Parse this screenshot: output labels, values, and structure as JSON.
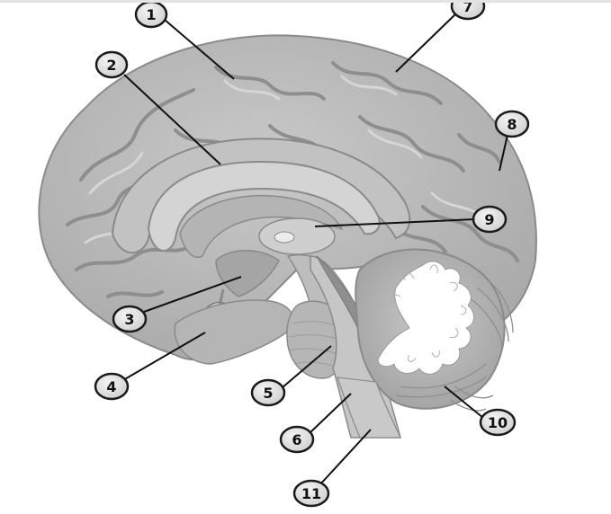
{
  "diagram": {
    "subject": "brain-midsagittal-section",
    "labels": [
      "1",
      "2",
      "3",
      "4",
      "5",
      "6",
      "7",
      "8",
      "9",
      "10",
      "11"
    ]
  },
  "colors": {
    "cortex": "#b9b9b9",
    "gyrus_highlight": "#d2d2d2",
    "sulcus": "#8e8e8e",
    "corpus_callosum": "#d0d0d0",
    "deep_structure": "#a3a3a3",
    "brainstem": "#c4c4c4",
    "cerebellum_arbor": "#ffffff",
    "label_fill": "#e8e8e8",
    "label_stroke": "#1a1a1a",
    "leader_line": "#111111"
  }
}
